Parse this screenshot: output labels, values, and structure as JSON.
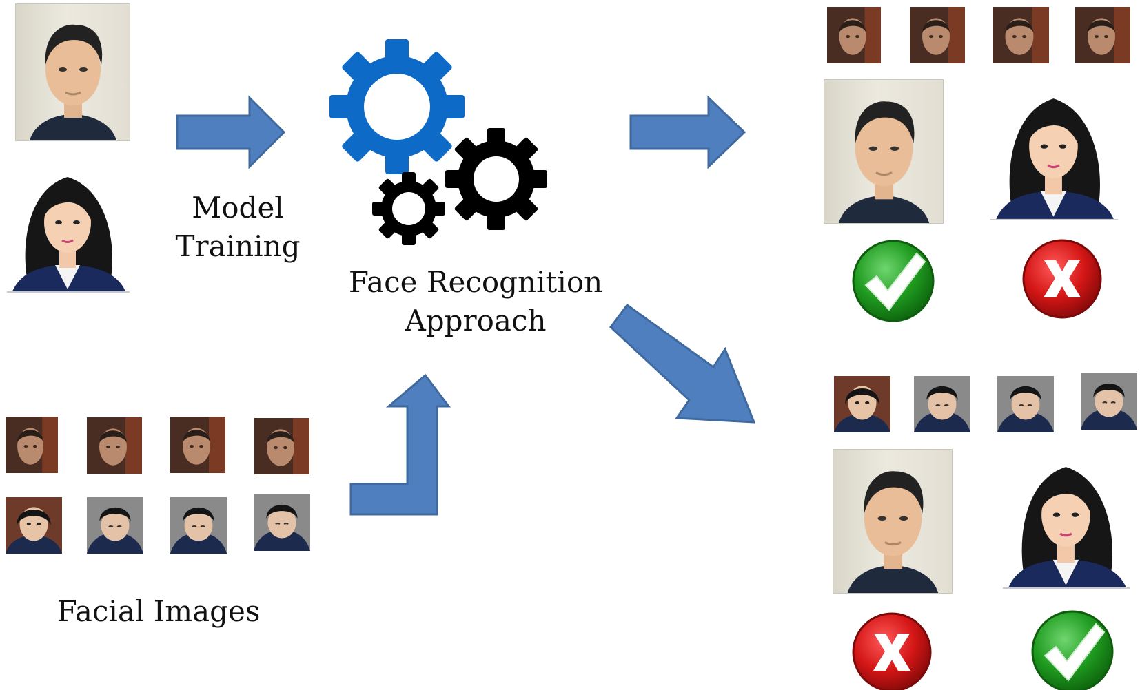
{
  "labels": {
    "model_training": [
      "Model",
      "Training"
    ],
    "approach": [
      "Face Recognition",
      "Approach"
    ],
    "facial_images": "Facial Images"
  },
  "colors": {
    "arrow_fill": "#4f7fbf",
    "arrow_stroke": "#3f6a9f",
    "gear_blue": "#0d6bc7",
    "gear_black": "#000000",
    "check_green": "#1f9a1f",
    "cross_red": "#d41616"
  },
  "icons": {
    "gears": [
      "gear-blue-large",
      "gear-black-medium",
      "gear-black-small"
    ],
    "results": [
      "check-icon",
      "cross-icon",
      "cross-icon",
      "check-icon"
    ]
  }
}
